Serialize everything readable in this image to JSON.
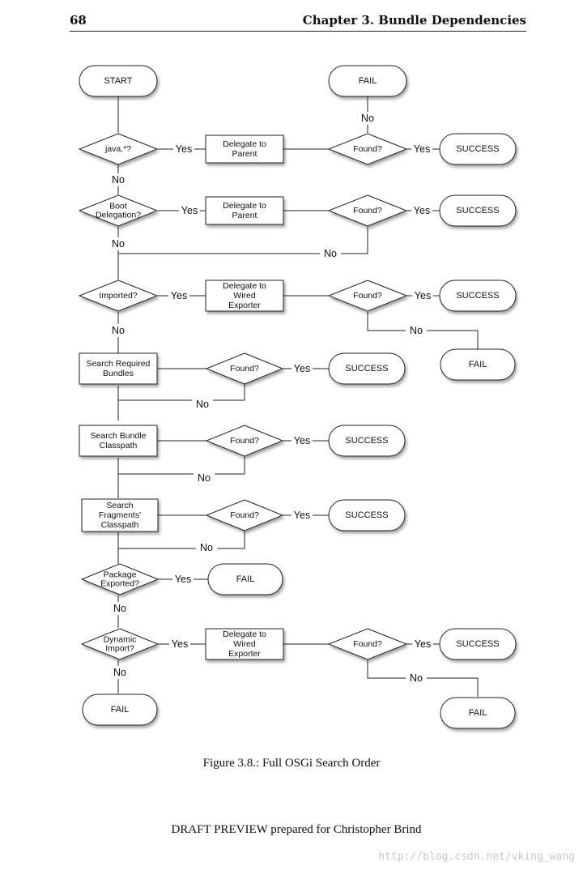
{
  "header": {
    "page_number": "68",
    "chapter": "Chapter 3. Bundle Dependencies"
  },
  "diagram": {
    "start": "START",
    "fail": "FAIL",
    "success": "SUCCESS",
    "yes": "Yes",
    "no": "No",
    "found": "Found?",
    "java_check": "java.*?",
    "boot_check": [
      "Boot",
      "Delegation?"
    ],
    "imported_check": "Imported?",
    "package_exported_check": [
      "Package",
      "Exported?"
    ],
    "dynamic_import_check": [
      "Dynamic",
      "Import?"
    ],
    "delegate_parent": [
      "Delegate to",
      "Parent"
    ],
    "delegate_wired": [
      "Delegate to",
      "Wired",
      "Exporter"
    ],
    "search_required": [
      "Search Required",
      "Bundles"
    ],
    "search_classpath": [
      "Search Bundle",
      "Classpath"
    ],
    "search_fragments": [
      "Search",
      "Fragments'",
      "Classpath"
    ]
  },
  "caption": "Figure 3.8.: Full OSGi Search Order",
  "footer": "DRAFT PREVIEW prepared for Christopher Brind",
  "watermark": "http://blog.csdn.net/vking_wang"
}
